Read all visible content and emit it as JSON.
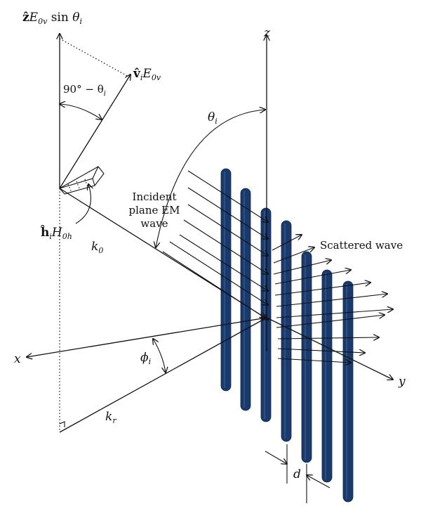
{
  "labels": {
    "z_top_prefix": "ẑ",
    "z_top_E": "E",
    "z_top_sub": "0v",
    "z_top_sin": " sin ",
    "z_top_theta": "θ",
    "z_top_theta_sub": "i",
    "v_prefix": "v̂",
    "v_sub_i": "i",
    "v_E": "E",
    "v_sub_0v": "0v",
    "angle_complement": "90° − θ",
    "angle_complement_sub": "i",
    "h_prefix": "ĥ",
    "h_sub_i": "i",
    "h_H": "H",
    "h_sub_0h": "0h",
    "k0": "k",
    "k0_sub": "0",
    "kr": "k",
    "kr_sub": "r",
    "theta": "θ",
    "theta_sub": "i",
    "phi": "ϕ",
    "phi_sub": "i",
    "axis_x": "x",
    "axis_y": "y",
    "axis_z": "z",
    "incident_line1": "Incident",
    "incident_line2": "plane EM",
    "incident_line3": "wave",
    "scattered": "Scattered wave",
    "spacing": "d"
  },
  "colors": {
    "rod": "#1a3a6b",
    "rod_dark": "#0f2750",
    "line": "#111111"
  }
}
